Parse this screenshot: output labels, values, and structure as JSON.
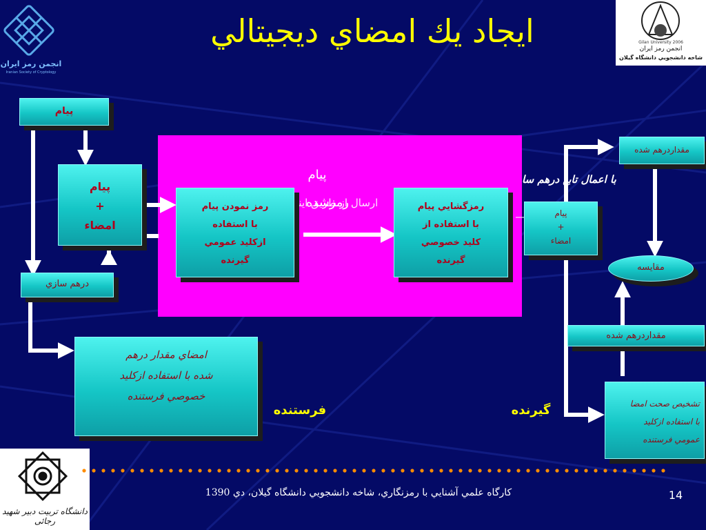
{
  "title": "ايجاد يك امضاي ديجيتالي",
  "logos": {
    "left": {
      "name": "انجمن رمز ايران",
      "sub": "Iranian Society of Cryptology"
    },
    "right": {
      "top": "Gilan University 2006",
      "name": "انجمن رمز ايران",
      "sub": "شاخه دانشجويي دانشگاه گيلان"
    },
    "bottom": {
      "name": "دانشگاه تربیت دبیر شهید رجائی"
    }
  },
  "sender": {
    "message": "پيام",
    "message_plus_sig": [
      "پيام",
      "+",
      "امضاء"
    ],
    "hashing": "درهم سازي",
    "sig_desc": [
      "امضاي مقدار درهم",
      "شده با استفاده ازكليد",
      "خصوصي فرستنده"
    ],
    "encrypt": [
      "رمز نمودن پيام",
      "با استفاده",
      "ازكليد عمومي",
      "گيرنده"
    ],
    "label": "فرستنده"
  },
  "channel": {
    "msg": "پيام",
    "overlap_a": "رمزشده",
    "overlap_b": "ارسال از طريق اينترنت"
  },
  "receiver": {
    "decrypt": [
      "رمزگشايي پيام",
      "با استفاده از",
      "كليد خصوصي",
      "گيرنده"
    ],
    "msg_sig": [
      "پيام",
      "+",
      "امضاء"
    ],
    "hash_note": "با اعمال تابع درهم سا",
    "hashed_top": "مقداردرهم شده",
    "compare": "مقايسه",
    "hashed_bottom": "مقداردرهم شده",
    "verify": [
      "تشخيص صحت امضا",
      "با استفاده ازكليد",
      "عمومي فرستنده"
    ],
    "label": "گيرنده"
  },
  "footer": {
    "text": "كارگاه علمي آشنايي با رمزنگاري، شاخه دانشجويي دانشگاه گيلان، دي 1390",
    "page": "14"
  },
  "colors": {
    "background": "#040a66",
    "title": "#ffff00",
    "panel": "#ff00ff",
    "box": "#19d0d0",
    "dots": "#ff8c00"
  }
}
